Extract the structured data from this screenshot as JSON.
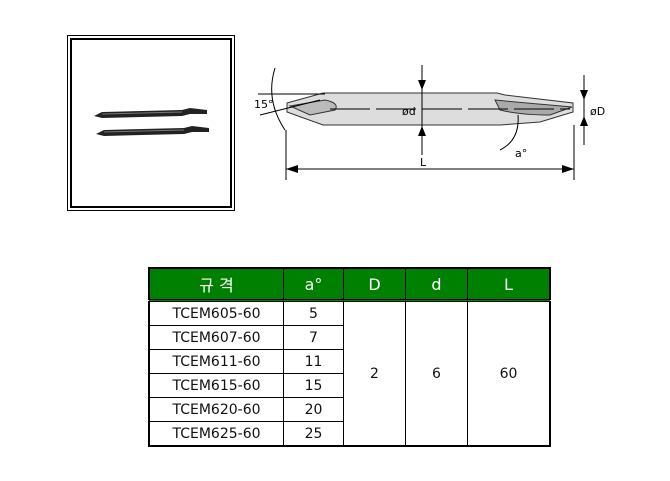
{
  "drawing": {
    "angle_label": "15°",
    "d_label": "ød",
    "D_label": "øD",
    "a_label": "a°",
    "L_label": "L"
  },
  "table": {
    "headers": [
      "규 격",
      "a°",
      "D",
      "d",
      "L"
    ],
    "rows": [
      {
        "spec": "TCEM605-60",
        "a": "5"
      },
      {
        "spec": "TCEM607-60",
        "a": "7"
      },
      {
        "spec": "TCEM611-60",
        "a": "11"
      },
      {
        "spec": "TCEM615-60",
        "a": "15"
      },
      {
        "spec": "TCEM620-60",
        "a": "20"
      },
      {
        "spec": "TCEM625-60",
        "a": "25"
      }
    ],
    "D": "2",
    "d": "6",
    "L": "60"
  }
}
